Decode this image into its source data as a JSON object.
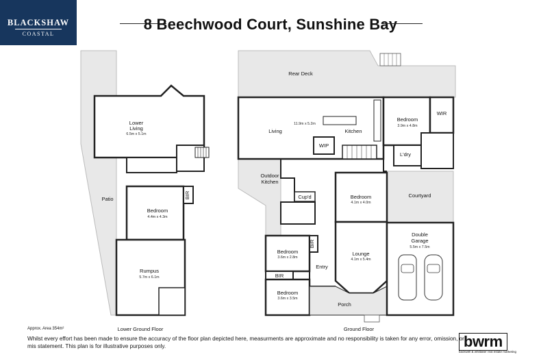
{
  "logo": {
    "name": "BLACKSHAW",
    "sub": "COASTAL"
  },
  "title": "8 Beechwood Court, Sunshine Bay",
  "floors": {
    "lower": "Lower Ground Floor",
    "ground": "Ground Floor"
  },
  "rooms": {
    "lower_living": "Lower\nLiving",
    "lower_living_dim": "6.5m x 5.1m",
    "patio": "Patio",
    "lower_bedroom": "Bedroom",
    "lower_bedroom_dim": "4.4m x 4.3m",
    "lower_bir": "BIR",
    "rumpus": "Rumpus",
    "rumpus_dim": "5.7m x 6.1m",
    "rear_deck": "Rear Deck",
    "living": "Living",
    "living_dim": "11.9m x 5.2m",
    "kitchen": "Kitchen",
    "wip": "WIP",
    "bed1": "Bedroom",
    "bed1_dim": "3.9m x 4.8m",
    "wir": "WIR",
    "ldry": "L'dry",
    "outdoor_kitchen": "Outdoor\nKitchen",
    "cupd": "Cup'd",
    "bed2": "Bedroom",
    "bed2_dim": "4.1m x 4.0m",
    "courtyard": "Courtyard",
    "garage": "Double\nGarage",
    "garage_dim": "5.5m x 7.5m",
    "bed3": "Bedroom",
    "bed3_dim": "3.6m x 2.8m",
    "bir3": "BIR",
    "lounge": "Lounge",
    "lounge_dim": "4.1m x 5.4m",
    "entry": "Entry",
    "bir4": "BIR",
    "bed4": "Bedroom",
    "bed4_dim": "3.6m x 3.5m",
    "porch": "Porch"
  },
  "area": "Approx. Area 354m²",
  "disclaimer": "Whilst every effort has been made to ensure the accuracy of the floor plan depicted here, measurments are approximate and no responsibility is taken for any error, omission, or mis statement. This plan is for illustrative purposes only.",
  "brand": {
    "name": "bwrm",
    "tag": "backwell & whittaker real estate marketing"
  }
}
